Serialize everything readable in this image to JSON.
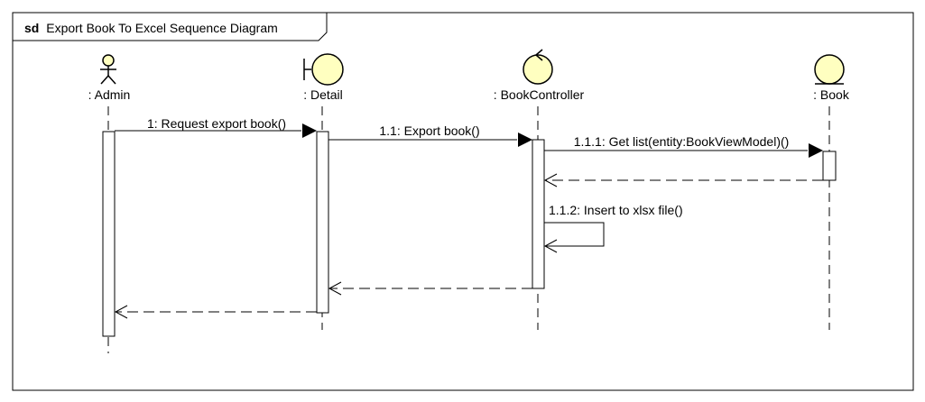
{
  "frame": {
    "keyword": "sd",
    "title": "Export Book To Excel Sequence Diagram"
  },
  "lifelines": [
    {
      "id": "admin",
      "label": ": Admin",
      "kind": "actor-icon"
    },
    {
      "id": "detail",
      "label": ": Detail",
      "kind": "boundary-icon"
    },
    {
      "id": "controller",
      "label": ": BookController",
      "kind": "control-icon"
    },
    {
      "id": "book",
      "label": ": Book",
      "kind": "entity-icon"
    }
  ],
  "messages": [
    {
      "id": "m1",
      "label": "1: Request export book()",
      "type": "sync",
      "from": "admin",
      "to": "detail"
    },
    {
      "id": "m2",
      "label": "1.1: Export book()",
      "type": "sync",
      "from": "detail",
      "to": "controller"
    },
    {
      "id": "m3",
      "label": "1.1.1: Get list(entity:BookViewModel)()",
      "type": "sync",
      "from": "controller",
      "to": "book"
    },
    {
      "id": "r1",
      "label": "",
      "type": "return",
      "from": "book",
      "to": "controller"
    },
    {
      "id": "m4",
      "label": "1.1.2: Insert to xlsx file()",
      "type": "self",
      "from": "controller",
      "to": "controller"
    },
    {
      "id": "r2",
      "label": "",
      "type": "return",
      "from": "controller",
      "to": "detail"
    },
    {
      "id": "r3",
      "label": "",
      "type": "return",
      "from": "detail",
      "to": "admin"
    }
  ],
  "colors": {
    "stroke": "#000000",
    "head_fill": "#FFFFC0",
    "activation_fill": "#ffffff",
    "background": "#ffffff"
  }
}
